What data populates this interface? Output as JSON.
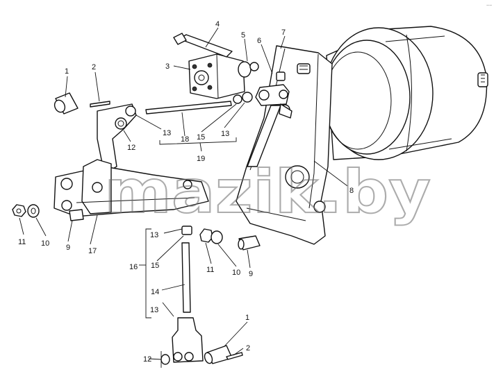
{
  "figure": {
    "watermark": "mazik.by",
    "corner_mark": "~~"
  },
  "callouts": {
    "c1a": "1",
    "c2a": "2",
    "c3": "3",
    "c4": "4",
    "c5": "5",
    "c6": "6",
    "c7": "7",
    "c8": "8",
    "c9a": "9",
    "c9b": "9",
    "c10a": "10",
    "c10b": "10",
    "c11a": "11",
    "c11b": "11",
    "c12a": "12",
    "c12b": "12",
    "c13a": "13",
    "c13b": "13",
    "c13c": "13",
    "c13d": "13",
    "c14": "14",
    "c15a": "15",
    "c15b": "15",
    "c16": "16",
    "c17": "17",
    "c18": "18",
    "c19": "19",
    "c1b": "1",
    "c2b": "2"
  }
}
